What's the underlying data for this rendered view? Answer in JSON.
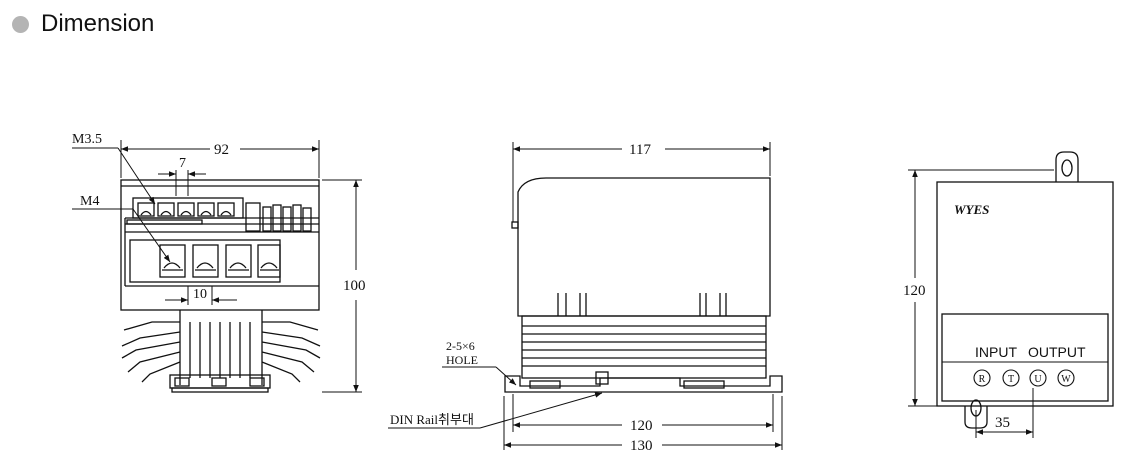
{
  "header": {
    "title": "Dimension"
  },
  "front_view": {
    "label_m35": "M3.5",
    "label_m4": "M4",
    "dim_width": "92",
    "dim_pitch_top": "7",
    "dim_pitch_bottom": "10",
    "dim_height": "100"
  },
  "side_view": {
    "dim_top": "117",
    "label_hole_line1": "2-5×6",
    "label_hole_line2": "HOLE",
    "label_din": "DIN Rail취부대",
    "dim_120": "120",
    "dim_130": "130"
  },
  "back_view": {
    "logo": "WYES",
    "dim_height": "120",
    "label_input": "INPUT",
    "label_output": "OUTPUT",
    "terminals": [
      "R",
      "T",
      "U",
      "W"
    ],
    "dim_35": "35"
  }
}
